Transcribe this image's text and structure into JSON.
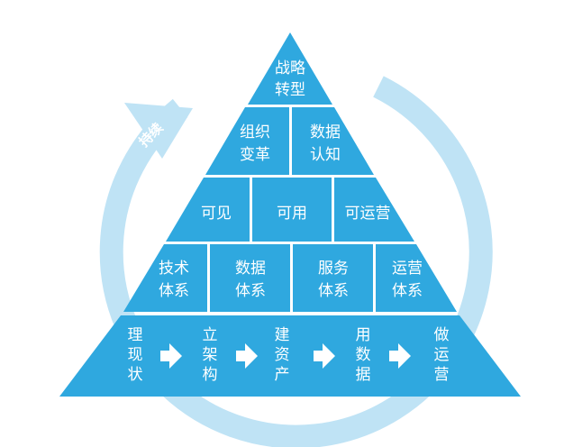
{
  "cycle": {
    "label": "持续"
  },
  "levels": {
    "top": [
      [
        "战略",
        "转型"
      ]
    ],
    "level2": [
      [
        "组织",
        "变革"
      ],
      [
        "数据",
        "认知"
      ]
    ],
    "level3": [
      [
        "可见"
      ],
      [
        "可用"
      ],
      [
        "可运营"
      ]
    ],
    "level4": [
      [
        "技术",
        "体系"
      ],
      [
        "数据",
        "体系"
      ],
      [
        "服务",
        "体系"
      ],
      [
        "运营",
        "体系"
      ]
    ]
  },
  "base_steps": [
    [
      "理",
      "现",
      "状"
    ],
    [
      "立",
      "架",
      "构"
    ],
    [
      "建",
      "资",
      "产"
    ],
    [
      "用",
      "数",
      "据"
    ],
    [
      "做",
      "运",
      "营"
    ]
  ],
  "colors": {
    "pyramid": "#2fa8df",
    "pyramid_dark": "#1f95cc",
    "ring": "#bfe3f5",
    "text": "#ffffff"
  }
}
